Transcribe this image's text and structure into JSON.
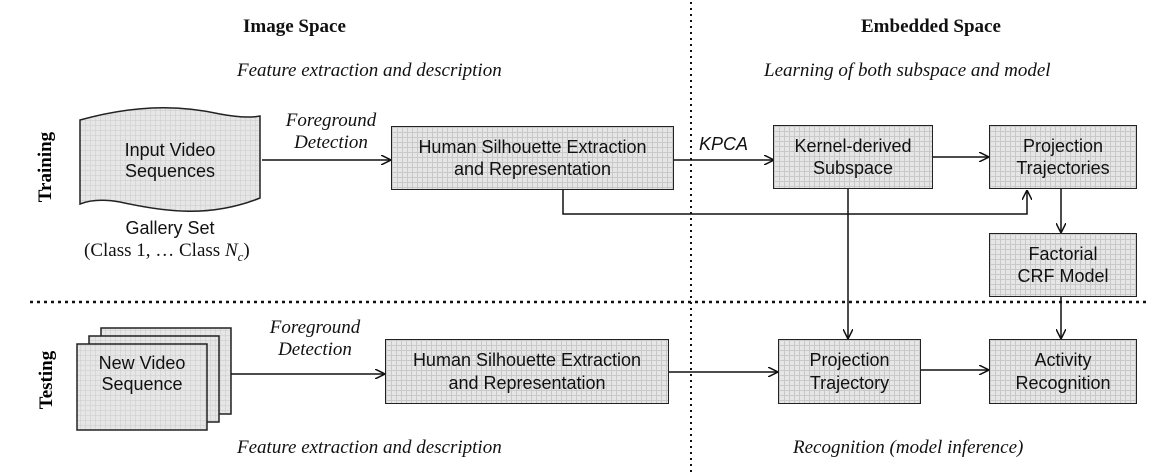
{
  "headers": {
    "image_space": "Image Space",
    "embedded_space": "Embedded Space"
  },
  "subtitles": {
    "top_left": "Feature extraction and description",
    "top_right": "Learning of both subspace and model",
    "bottom_left": "Feature extraction and description",
    "bottom_right": "Recognition (model inference)"
  },
  "rows": {
    "training": "Training",
    "testing": "Testing"
  },
  "training": {
    "input_line1": "Input Video",
    "input_line2": "Sequences",
    "gallery_line1": "Gallery Set",
    "gallery_line2_prefix": "(Class 1, … Class ",
    "gallery_var": "N",
    "gallery_sub": "c",
    "gallery_suffix": ")",
    "fg_line1": "Foreground",
    "fg_line2": "Detection",
    "silhouette_line1": "Human Silhouette Extraction",
    "silhouette_line2": "and Representation",
    "kpca": "KPCA",
    "kernel_line1": "Kernel-derived",
    "kernel_line2": "Subspace",
    "proj_line1": "Projection",
    "proj_line2": "Trajectories",
    "crf_line1": "Factorial",
    "crf_line2": "CRF Model"
  },
  "testing": {
    "input_line1": "New Video",
    "input_line2": "Sequence",
    "fg_line1": "Foreground",
    "fg_line2": "Detection",
    "silhouette_line1": "Human Silhouette Extraction",
    "silhouette_line2": "and Representation",
    "proj_line1": "Projection",
    "proj_line2": "Trajectory",
    "activity_line1": "Activity",
    "activity_line2": "Recognition"
  }
}
